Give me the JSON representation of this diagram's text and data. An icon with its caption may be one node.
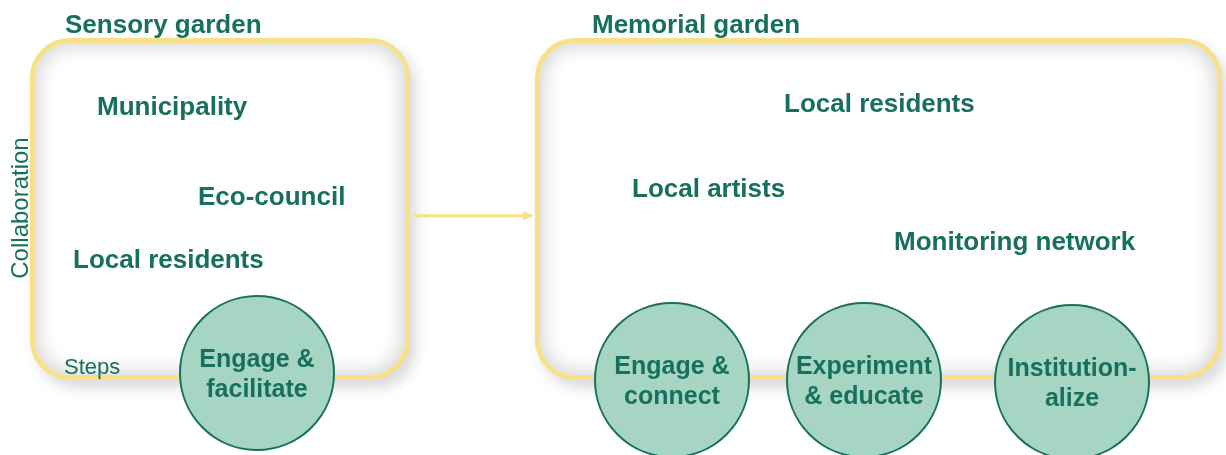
{
  "diagram": {
    "nodes": [
      {
        "text": [
          "Sensory garden",
          "Municipality",
          "Eco-council",
          "Local residents"
        ]
      },
      {
        "text": [
          "Engage & facilitate"
        ]
      },
      {
        "text": [
          "Memorial garden",
          "Local residents",
          "Local artists",
          "Monitoring network"
        ]
      },
      {
        "text": [
          "Engage & connect"
        ]
      },
      {
        "text": [
          "Experiment & educate"
        ]
      },
      {
        "text": [
          "Institution- alize"
        ]
      }
    ],
    "edges": [
      {
        "from": 0,
        "to": 2,
        "arrow": "to"
      }
    ],
    "labels": [
      "Collaboration",
      "Steps"
    ]
  }
}
